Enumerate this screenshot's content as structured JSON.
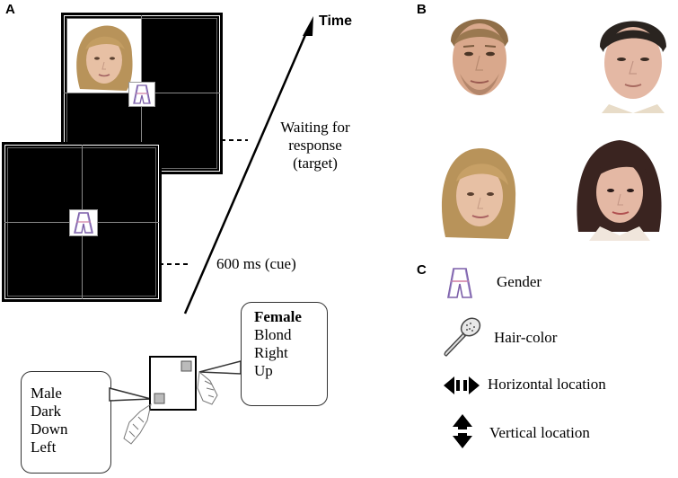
{
  "panels": {
    "a": "A",
    "b": "B",
    "c": "C"
  },
  "timeline": {
    "time_label": "Time",
    "target_label_lines": [
      "Waiting for",
      "response",
      "(target)"
    ],
    "cue_label": "600 ms (cue)"
  },
  "responses": {
    "female_lines": [
      "Female",
      "Blond",
      "Right",
      "Up"
    ],
    "male_lines": [
      "Male",
      "Dark",
      "Down",
      "Left"
    ]
  },
  "legend": {
    "gender": "Gender",
    "hair_color": "Hair-color",
    "horizontal": "Horizontal location",
    "vertical": "Vertical location"
  },
  "icons": [
    "gender-cue-icon",
    "hairbrush-icon",
    "horizontal-arrows-icon",
    "vertical-arrows-icon",
    "pointing-hand-icon"
  ],
  "colors": {
    "screen": "#000000",
    "gender_icon": "#7b5ea8",
    "grid": "#8a8a8a"
  }
}
